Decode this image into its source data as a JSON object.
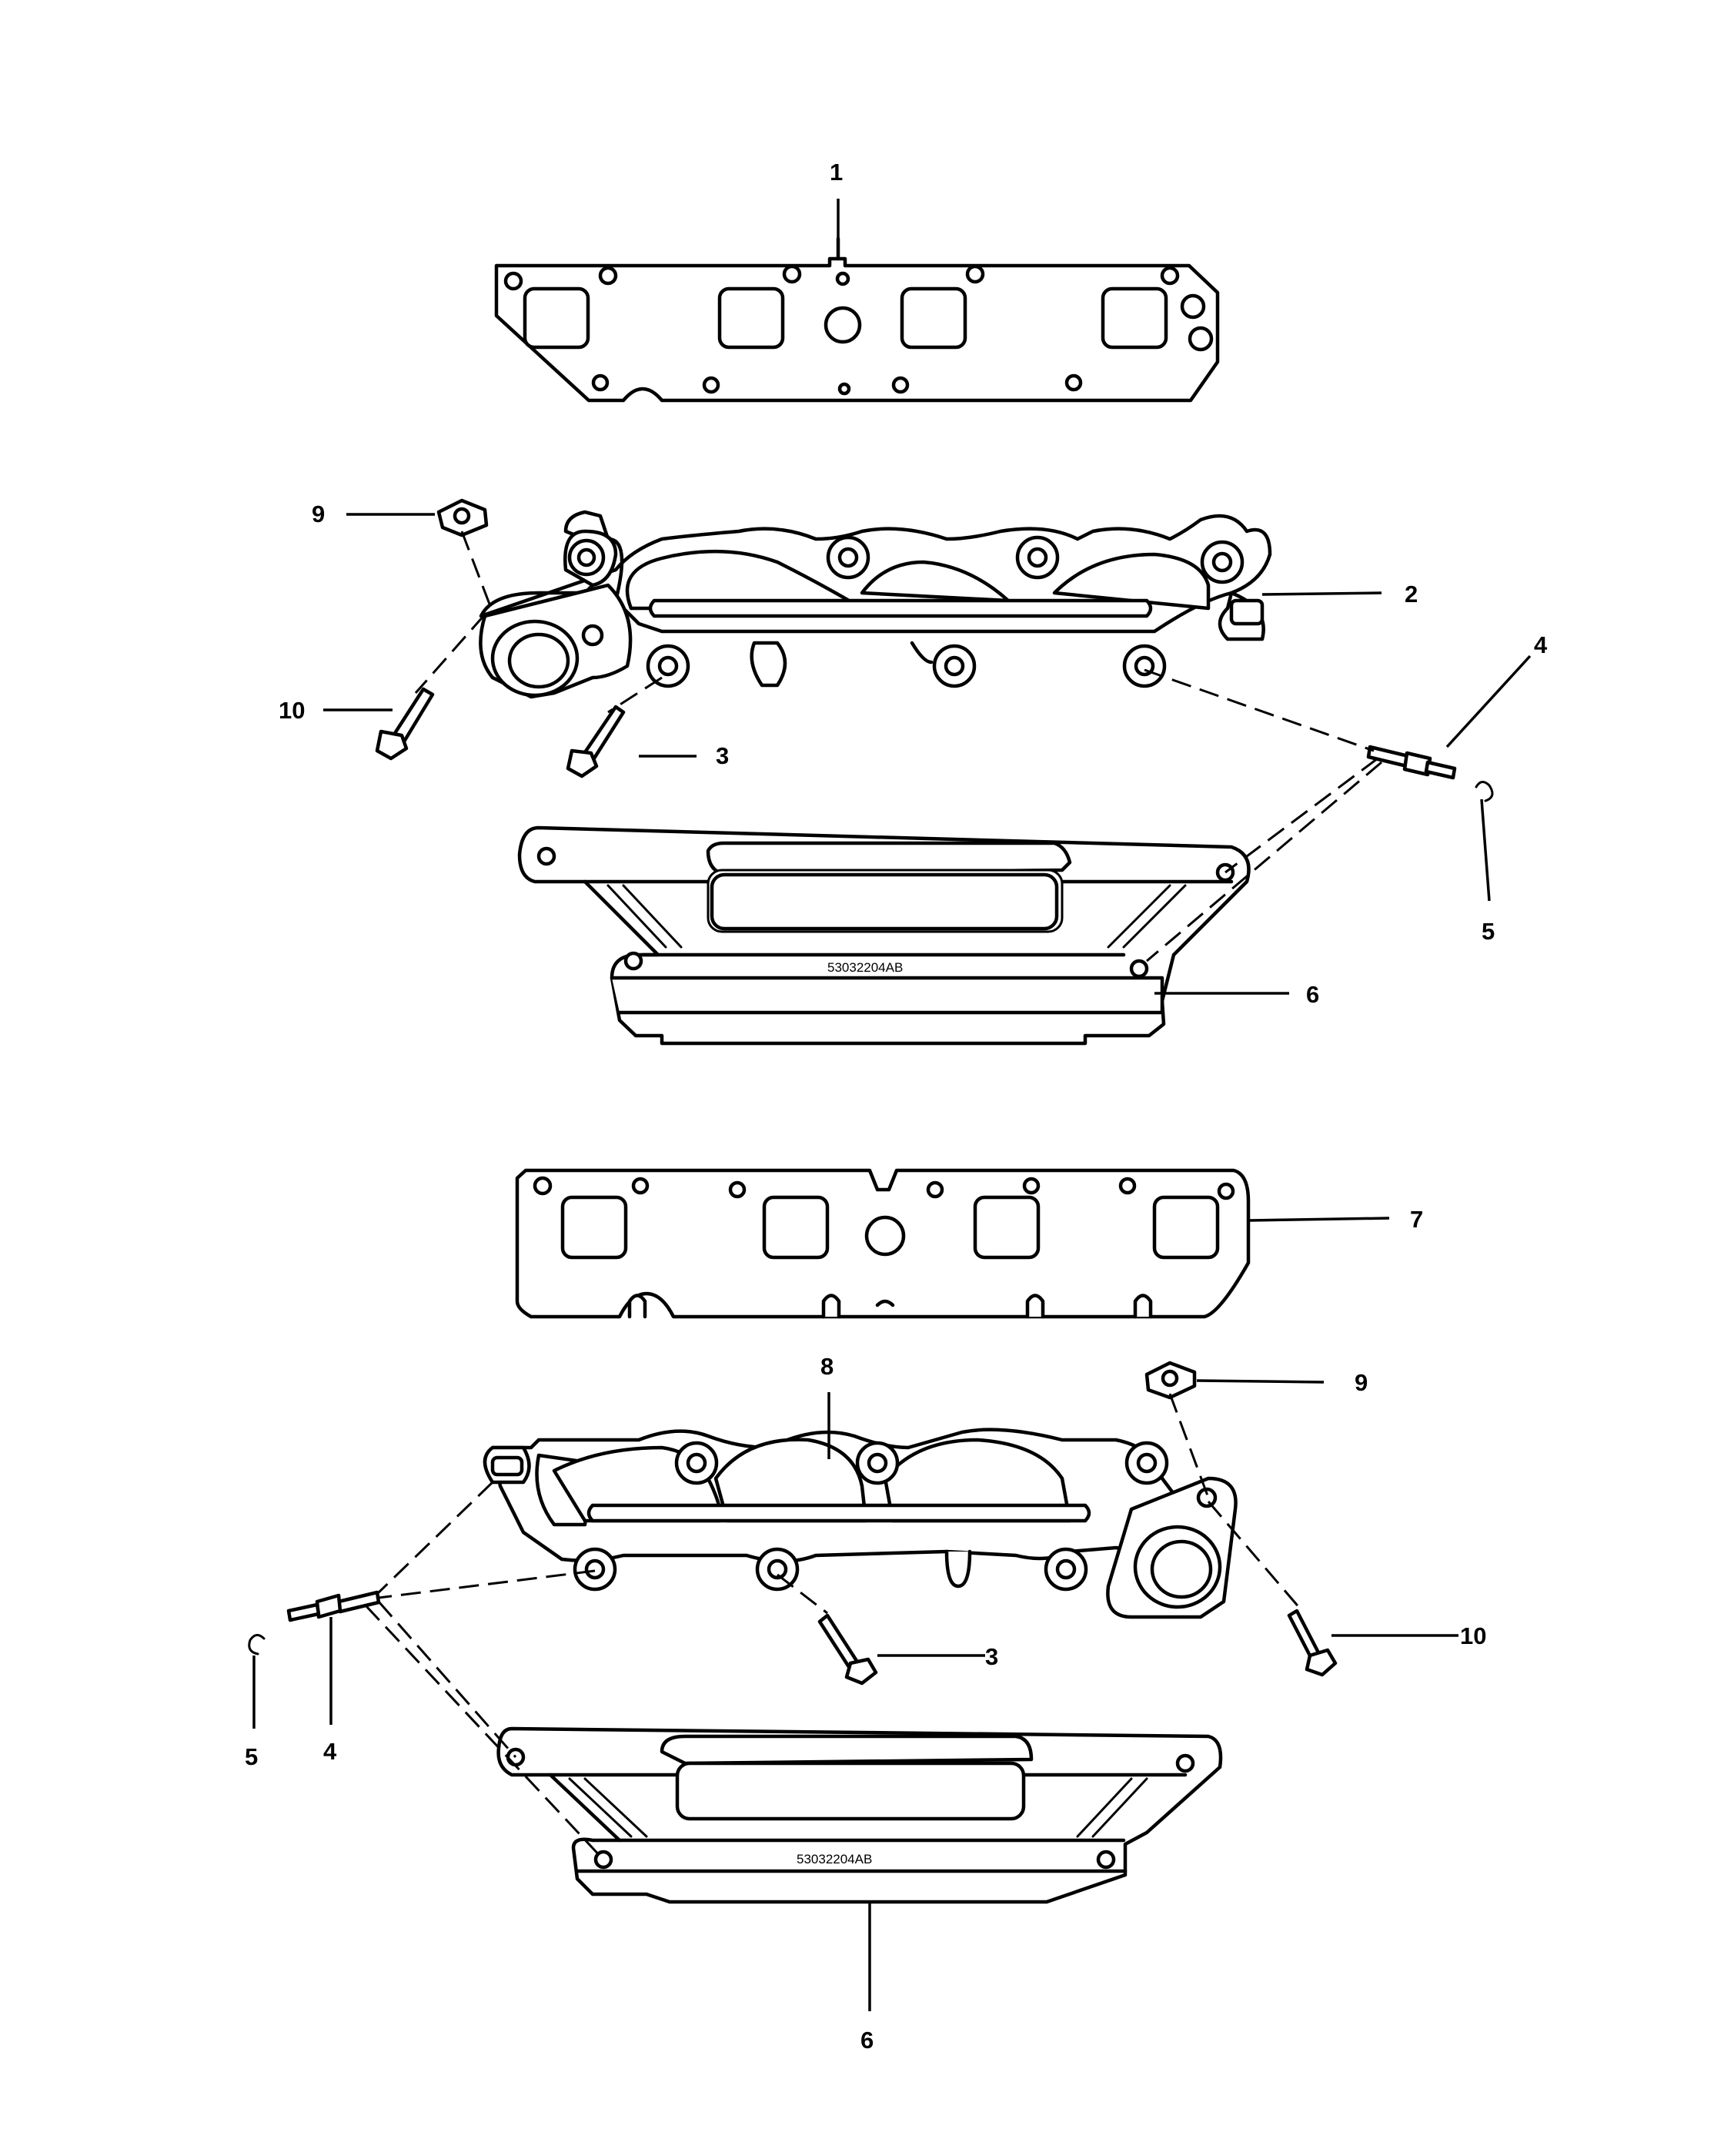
{
  "diagram": {
    "callouts": {
      "c1": "1",
      "c2": "2",
      "c3_top": "3",
      "c4_top": "4",
      "c5_top": "5",
      "c6_top": "6",
      "c7": "7",
      "c8": "8",
      "c9_top": "9",
      "c9_bottom": "9",
      "c10_top": "10",
      "c10_bottom": "10",
      "c3_bottom": "3",
      "c4_bottom": "4",
      "c5_bottom": "5",
      "c6_bottom": "6"
    },
    "part_stamps": {
      "shield_top": "53032204AB",
      "shield_bottom": "53032204AB"
    }
  }
}
